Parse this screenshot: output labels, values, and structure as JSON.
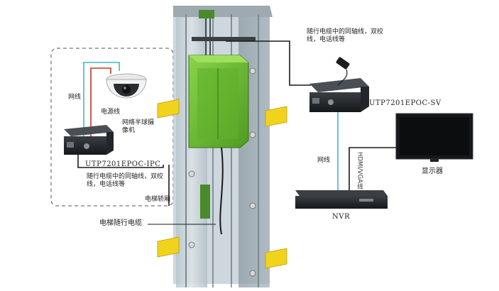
{
  "labels": {
    "top_right_cable_note": "随行电缆中的同轴线，双绞线，电话线等",
    "device_top_name": "UTP7201EPOC-SV",
    "device_left_name": "UTP7201EPOC-IPC",
    "camera_label": "网络半球摄像机",
    "left_cable_note": "随行电缆中的同轴线，双绞线，电话线等",
    "network_wire_left": "网线",
    "power_wire": "电源线",
    "elevator_car": "电梯轿厢",
    "elevator_cable": "电梯随行电缆",
    "network_wire_right": "网线",
    "hdmi_vga": "HDMI/VGA线",
    "monitor_label": "显示器",
    "nvr_label": "NVR"
  },
  "colors": {
    "cable_black": "#1a1a1a",
    "network_cyan": "#3fb7c7",
    "power_red": "#c0392b",
    "car_green": "#6fc13a",
    "yellow_beam": "#f2d31b",
    "shaft_gray": "#aab7bf"
  }
}
